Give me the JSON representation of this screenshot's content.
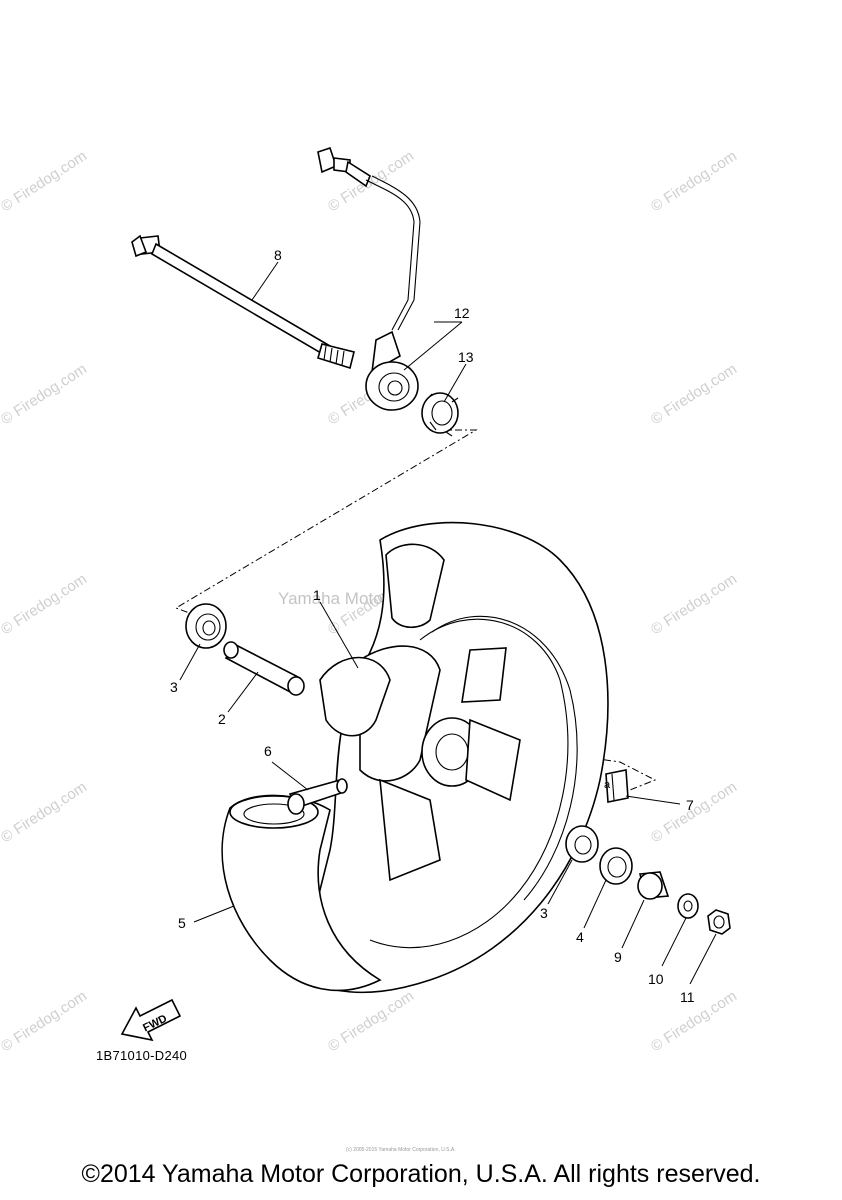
{
  "diagram": {
    "diagram_code": "1B71010-D240",
    "copyright": "©2014 Yamaha Motor Corporation, U.S.A. All rights reserved.",
    "tiny_copyright": "(c) 2005-2015 Yamaha Motor Corporation, U.S.A.",
    "center_watermark": "Yamaha Motor Corp. U.S.A.",
    "watermark_text": "© Firedog.com",
    "fwd_label": "FWD",
    "callouts": {
      "c1": "1",
      "c2": "2",
      "c3a": "3",
      "c3b": "3",
      "c4": "4",
      "c5": "5",
      "c6": "6",
      "c7": "7",
      "c8": "8",
      "c9": "9",
      "c10": "10",
      "c11": "11",
      "c12": "12",
      "c13": "13"
    },
    "sub_label_a": "a"
  }
}
